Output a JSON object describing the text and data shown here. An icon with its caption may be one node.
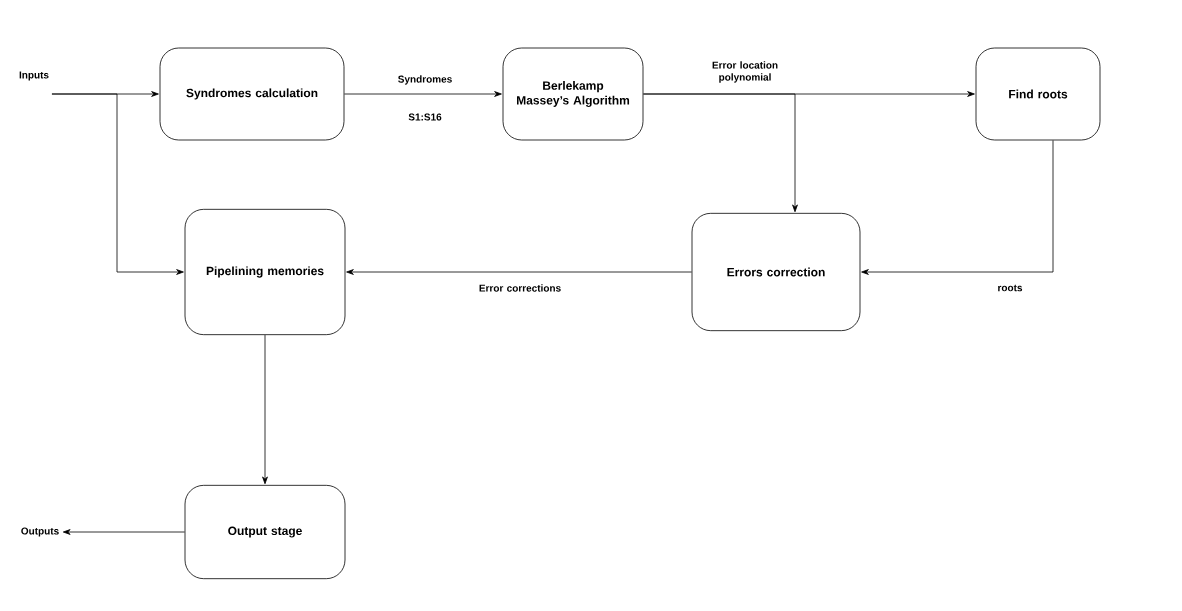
{
  "diagram": {
    "nodes": [
      {
        "text": [
          "Inputs"
        ]
      },
      {
        "text": [
          "Syndromes calculation"
        ]
      },
      {
        "text": [
          "Berlekamp Massey’s Algorithm"
        ]
      },
      {
        "text": [
          "Find roots"
        ]
      },
      {
        "text": [
          "Errors correction"
        ]
      },
      {
        "text": [
          "Pipelining memories"
        ]
      },
      {
        "text": [
          "Output stage"
        ]
      },
      {
        "text": [
          "Outputs"
        ]
      }
    ],
    "edges": [
      {
        "from": 0,
        "to": 1,
        "arrow": "to"
      },
      {
        "from": 0,
        "to": 5,
        "arrow": "to"
      },
      {
        "from": 1,
        "to": 2,
        "arrow": "to",
        "label": "Syndromes"
      },
      {
        "from": 2,
        "to": 3,
        "arrow": "to",
        "label": "Error location polynomial"
      },
      {
        "from": 2,
        "to": 4,
        "arrow": "to"
      },
      {
        "from": 3,
        "to": 4,
        "arrow": "to",
        "label": "roots"
      },
      {
        "from": 4,
        "to": 5,
        "arrow": "to",
        "label": "Error corrections"
      },
      {
        "from": 5,
        "to": 6,
        "arrow": "to"
      },
      {
        "from": 6,
        "to": 7,
        "arrow": "to"
      }
    ],
    "labels": [
      "S1:S16"
    ]
  }
}
